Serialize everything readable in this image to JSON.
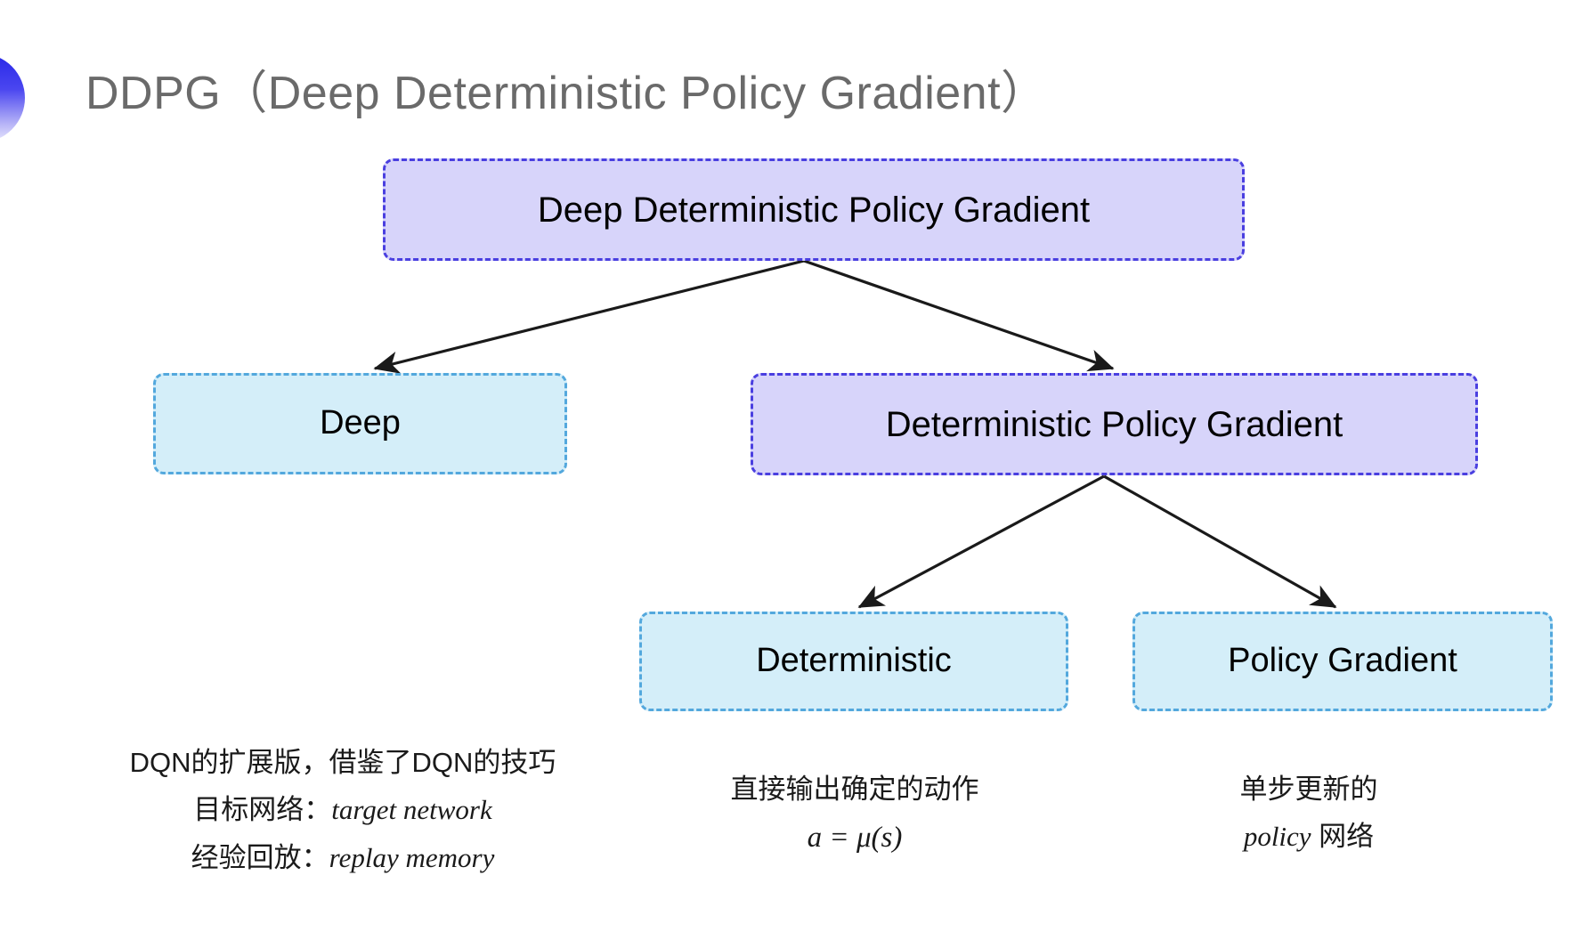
{
  "slide": {
    "title": "DDPG（Deep Deterministic Policy Gradient）",
    "bullet_icon": "half-circle-gradient-icon",
    "background_color": "#ffffff",
    "title_color": "#6a6a6a"
  },
  "palette": {
    "purple_fill": "#d7d4fa",
    "purple_border": "#4a3fe0",
    "blue_fill": "#d4eef9",
    "blue_border": "#53a8dd",
    "arrow_color": "#1a1a1a"
  },
  "diagram": {
    "type": "tree",
    "nodes": [
      {
        "id": "ddpg",
        "label": "Deep Deterministic Policy Gradient",
        "style": "purple",
        "level": 0
      },
      {
        "id": "deep",
        "label": "Deep",
        "style": "blue",
        "level": 1
      },
      {
        "id": "dpg",
        "label": "Deterministic Policy Gradient",
        "style": "purple",
        "level": 1
      },
      {
        "id": "deterministic",
        "label": "Deterministic",
        "style": "blue",
        "level": 2
      },
      {
        "id": "policy_gradient",
        "label": "Policy Gradient",
        "style": "blue",
        "level": 2
      }
    ],
    "edges": [
      {
        "from": "ddpg",
        "to": "deep"
      },
      {
        "from": "ddpg",
        "to": "dpg"
      },
      {
        "from": "dpg",
        "to": "deterministic"
      },
      {
        "from": "dpg",
        "to": "policy_gradient"
      }
    ]
  },
  "captions": {
    "deep": {
      "lines": [
        "DQN的扩展版，借鉴了DQN的技巧"
      ],
      "items": [
        {
          "label": "目标网络：",
          "term": "target network"
        },
        {
          "label": "经验回放：",
          "term": "replay memory"
        }
      ]
    },
    "deterministic": {
      "line": "直接输出确定的动作",
      "formula": "a = μ(s)"
    },
    "policy_gradient": {
      "line": "单步更新的",
      "term": "policy",
      "suffix": " 网络"
    }
  }
}
